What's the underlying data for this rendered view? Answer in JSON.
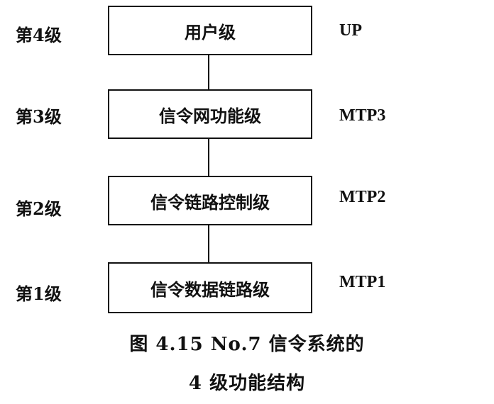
{
  "levels": [
    {
      "level_label": "第4级",
      "box_label": "用户级",
      "code": "UP"
    },
    {
      "level_label": "第3级",
      "box_label": "信令网功能级",
      "code": "MTP3"
    },
    {
      "level_label": "第2级",
      "box_label": "信令链路控制级",
      "code": "MTP2"
    },
    {
      "level_label": "第1级",
      "box_label": "信令数据链路级",
      "code": "MTP1"
    }
  ],
  "caption": {
    "line1": "图 4.15   No.7 信令系统的",
    "line2": "4 级功能结构"
  }
}
